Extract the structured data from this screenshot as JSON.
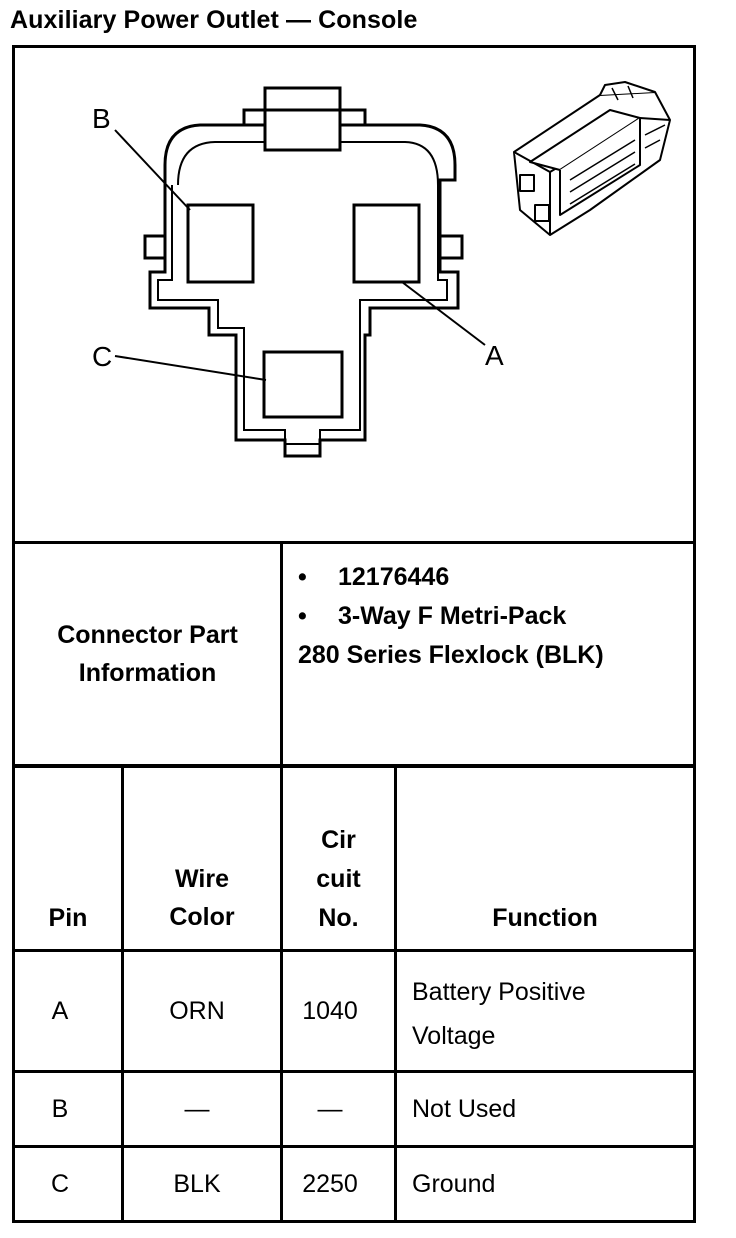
{
  "title": "Auxiliary Power Outlet — Console",
  "diagram": {
    "callouts": {
      "a": "A",
      "b": "B",
      "c": "C"
    }
  },
  "connector_info": {
    "label_line1": "Connector Part",
    "label_line2": "Information",
    "bullet": "•",
    "part_number": "12176446",
    "description_line1": "3-Way F Metri-Pack",
    "description_line2": "280 Series Flexlock (BLK)"
  },
  "table": {
    "headers": {
      "pin": "Pin",
      "wire_color_1": "Wire",
      "wire_color_2": "Color",
      "circuit_1": "Cir",
      "circuit_2": "cuit",
      "circuit_3": "No.",
      "function": "Function"
    },
    "rows": [
      {
        "pin": "A",
        "color": "ORN",
        "circuit": "1040",
        "function_1": "Battery Positive",
        "function_2": "Voltage"
      },
      {
        "pin": "B",
        "color": "—",
        "circuit": "—",
        "function_1": "Not Used",
        "function_2": ""
      },
      {
        "pin": "C",
        "color": "BLK",
        "circuit": "2250",
        "function_1": "Ground",
        "function_2": ""
      }
    ]
  }
}
